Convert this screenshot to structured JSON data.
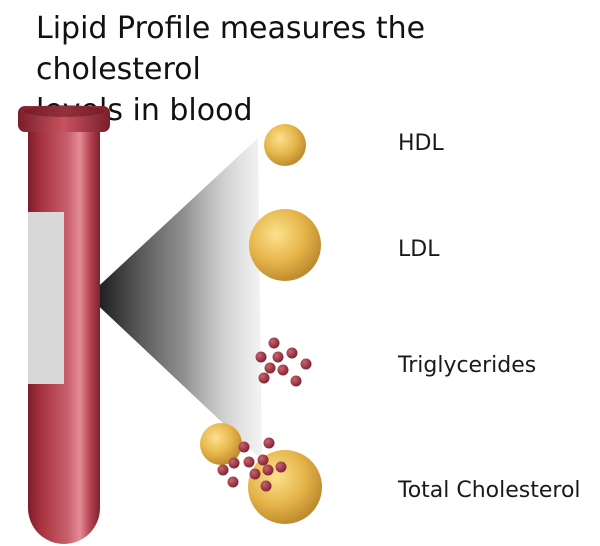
{
  "title": {
    "line1": "Lipid Profile measures the cholesterol",
    "line2": "levels in blood"
  },
  "labels": {
    "hdl": "HDL",
    "ldl": "LDL",
    "triglycerides": "Triglycerides",
    "total_cholesterol": "Total Cholesterol"
  },
  "colors": {
    "tube": "#b03a48",
    "tube_highlight": "#e88a94",
    "lipoprotein": "#e0b040",
    "triglyceride": "#8e2e38",
    "beam": "#000000"
  },
  "icons": {
    "tube": "blood-sample-tube-icon",
    "hdl": "hdl-particle-icon",
    "ldl": "ldl-particle-icon",
    "triglycerides": "triglyceride-droplets-icon",
    "total": "total-cholesterol-cluster-icon"
  }
}
